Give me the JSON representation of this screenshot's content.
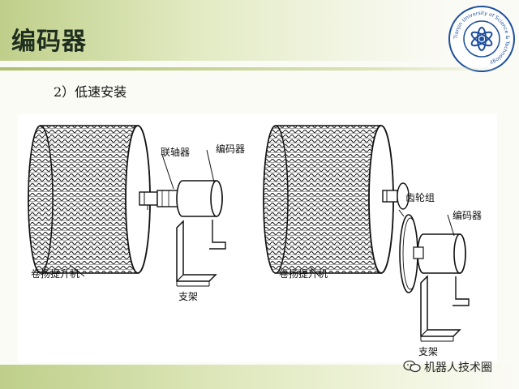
{
  "slide": {
    "title": "编码器",
    "subtitle": "2）低速安装"
  },
  "left_figure": {
    "coupling_label": "联轴器",
    "encoder_label": "编码器",
    "hoist_label": "卷扬提升机",
    "bracket_label": "支架"
  },
  "right_figure": {
    "gear_label": "齿轮组",
    "encoder_label": "编码器",
    "hoist_label": "卷扬提升机",
    "bracket_label": "支架"
  },
  "watermark": {
    "text": "机器人技术圈"
  },
  "logo": {
    "icon": "university-seal-icon",
    "ring_text": "Tianjin University of Science & Technology"
  },
  "colors": {
    "title_bar": "#c7d494",
    "rule": "#aebf70",
    "background": "#fbfbf6",
    "drawing": "#111111"
  }
}
